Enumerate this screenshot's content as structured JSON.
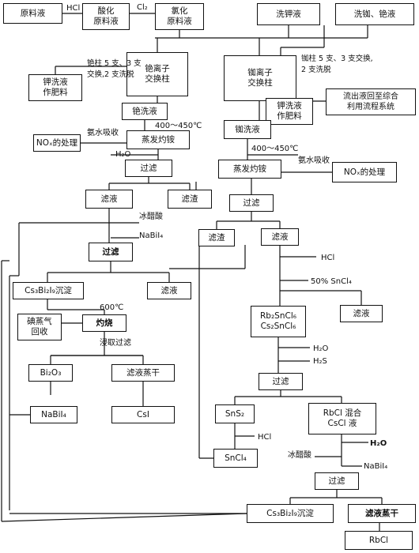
{
  "nodes": {
    "raw_liquid": "原料液",
    "acidify": "酸化\n原料液",
    "chlorinate": "氯化\n原料液",
    "k_wash_liquid": "洗钾液",
    "rb_cs_wash_liquid": "洗铷、铯液",
    "cs_exchange_column": "铯离子\n交换柱",
    "rb_exchange_column": "铷离子\n交换柱",
    "k_wash_fertilizer_left": "钾洗液\n作肥料",
    "effluent_return": "流出液回至综合\n利用流程系统",
    "k_wash_fertilizer_right": "钾洗液\n作肥料",
    "cs_eluate": "铯洗液",
    "rb_eluate": "铷洗液",
    "nox_left": "NOₓ的处理",
    "evaporate_left": "蒸发灼铵",
    "evaporate_right": "蒸发灼铵",
    "nox_right": "NOₓ的处理",
    "filter_left_1": "过滤",
    "filter_right_1": "过滤",
    "filtrate_left": "滤液",
    "residue_left": "滤渣",
    "residue_right": "滤渣",
    "filtrate_right": "滤液",
    "filter_left_2": "过滤",
    "cs_precipitate": "Cs₃Bi₂I₉沉淀",
    "filtrate_left_2": "滤液",
    "iodine_recovery": "碘蒸气\n回收",
    "calcine": "灼烧",
    "rb_cs_snc_salts": "Rb₂SnCl₆\nCs₂SnCl₆",
    "filtrate_right_2": "滤液",
    "bi2o3": "Bi₂O₃",
    "filtrate_evaporate_left": "滤液蒸干",
    "filter_right_2": "过滤",
    "snS2": "SnS₂",
    "rbcl_cscl_mix": "RbCl 混合\nCsCl 液",
    "nabii4_left": "NaBiI₄",
    "csi": "CsI",
    "sncl4": "SnCl₄",
    "filter_right_3": "过滤",
    "cs_precipitate_bottom": "Cs₃Bi₂I₉沉淀",
    "filtrate_evaporate_right": "滤液蒸干",
    "rbcl": "RbCl"
  },
  "labels": {
    "hcl_top": "HCl",
    "cl2": "Cl₂",
    "cs_column_note": "铯柱 5 支、3 支\n交换,2 支洗脱",
    "rb_column_note": "铷柱 5 支、3 支交换,\n2 支洗脱",
    "ammonia_left": "氨水吸收",
    "temp_left": "400～450℃",
    "water_left": "H₂O",
    "temp_right": "400～450℃",
    "ammonia_right": "氨水吸收",
    "glacial_acetic_left": "冰醋酸",
    "nabii4_reagent_left": "NaBiI₄",
    "hcl_right": "HCl",
    "sncl4_50": "50% SnCl₄",
    "temp_600": "600℃",
    "leach_filter": "浸取过滤",
    "water_right": "H₂O",
    "h2s": "H₂S",
    "hcl_right_2": "HCl",
    "water_right_2": "H₂O",
    "glacial_acetic_right": "冰醋酸",
    "nabii4_reagent_right": "NaBiI₄"
  }
}
